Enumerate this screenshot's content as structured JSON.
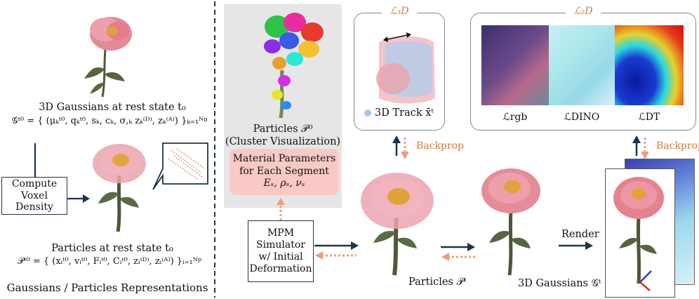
{
  "left_panel": {
    "gauss_caption": "3D Gaussians at rest state t₀",
    "gauss_formula": "𝒢ᵗ⁰ = { (μₖᵗ⁰, qₖᵗ⁰, sₖ, cₖ, σ,ₖ zₖ⁽ᴰ⁾, zₖ⁽ᴬ⁾) }ₖ₌₁ᴺᵍ",
    "compute_box": "Compute\nVoxel Density",
    "particles_caption": "Particles at rest state t₀",
    "particles_formula": "𝒫ᵗ⁰ = { (xᵢᵗ⁰, vᵢᵗ⁰, Fᵢᵗ⁰, Cᵢᵗ⁰, zᵢ⁽ᴰ⁾, zᵢ⁽ᴬ⁾) }ᵢ₌₁ᴺᵖ",
    "bottom_title": "Gaussians / Particles Representations"
  },
  "cluster": {
    "caption_line1": "Particles 𝒫⁰",
    "caption_line2": "(Cluster Visualization)"
  },
  "material_box": {
    "line1": "Material Parameters",
    "line2": "for Each Segment",
    "line3": "Eₛ, ρₛ, νₛ"
  },
  "mpm_box": "MPM\nSimulator\nw/ Initial\nDeformation",
  "loss3d": {
    "title": "ℒ₃D",
    "legend": "3D Track x̄ᵗ",
    "legend_color": "#a9c4e8"
  },
  "loss2d": {
    "title": "ℒ₂D",
    "labels": [
      "ℒrgb",
      "ℒDINO",
      "ℒDT"
    ]
  },
  "backprop_left": "Backprop",
  "backprop_right": "Backprop",
  "particles_t": "Particles 𝒫ᵗ",
  "gaussians_t": "3D Gaussians 𝒢ᵗ",
  "render_label": "Render",
  "colors": {
    "navy": "#1f3446",
    "orange": "#e8a07a",
    "flower_pink": "#e88a9a",
    "panel_gray": "#e6e6e6",
    "material_fill": "#f9c9c6"
  }
}
